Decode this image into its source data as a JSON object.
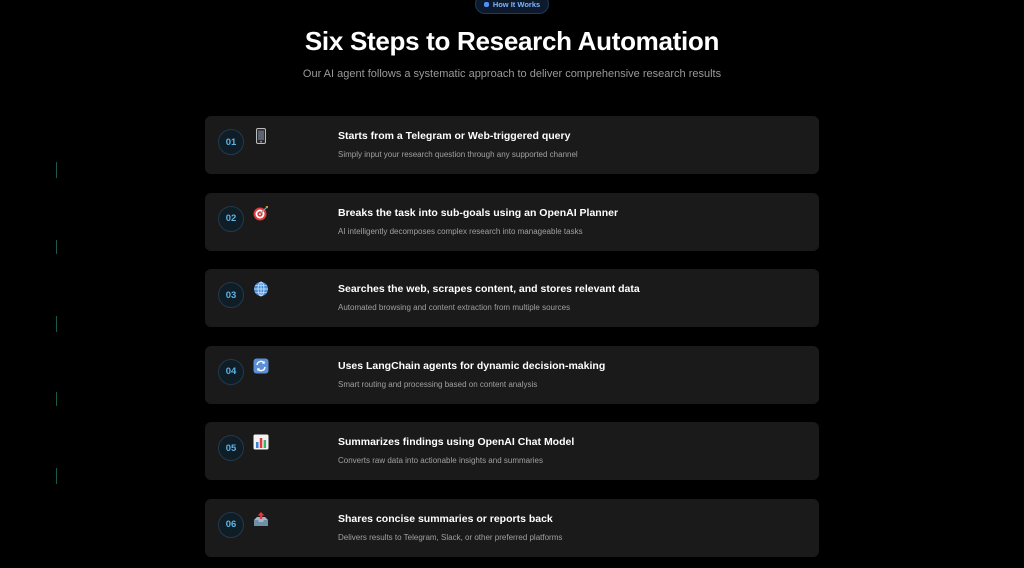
{
  "badge": {
    "label": "How It Works"
  },
  "header": {
    "title": "Six Steps to Research Automation",
    "subtitle": "Our AI agent follows a systematic approach to deliver comprehensive research results"
  },
  "steps": [
    {
      "number": "01",
      "icon": "mobile-phone-icon",
      "title": "Starts from a Telegram or Web-triggered query",
      "description": "Simply input your research question through any supported channel"
    },
    {
      "number": "02",
      "icon": "target-icon",
      "title": "Breaks the task into sub-goals using an OpenAI Planner",
      "description": "AI intelligently decomposes complex research into manageable tasks"
    },
    {
      "number": "03",
      "icon": "globe-icon",
      "title": "Searches the web, scrapes content, and stores relevant data",
      "description": "Automated browsing and content extraction from multiple sources"
    },
    {
      "number": "04",
      "icon": "refresh-icon",
      "title": "Uses LangChain agents for dynamic decision-making",
      "description": "Smart routing and processing based on content analysis"
    },
    {
      "number": "05",
      "icon": "bar-chart-icon",
      "title": "Summarizes findings using OpenAI Chat Model",
      "description": "Converts raw data into actionable insights and summaries"
    },
    {
      "number": "06",
      "icon": "outbox-tray-icon",
      "title": "Shares concise summaries or reports back",
      "description": "Delivers results to Telegram, Slack, or other preferred platforms"
    }
  ],
  "colors": {
    "background": "#000000",
    "card": "#1a1a1a",
    "accent": "#5eb3e6",
    "badge_text": "#7fb3ff"
  }
}
